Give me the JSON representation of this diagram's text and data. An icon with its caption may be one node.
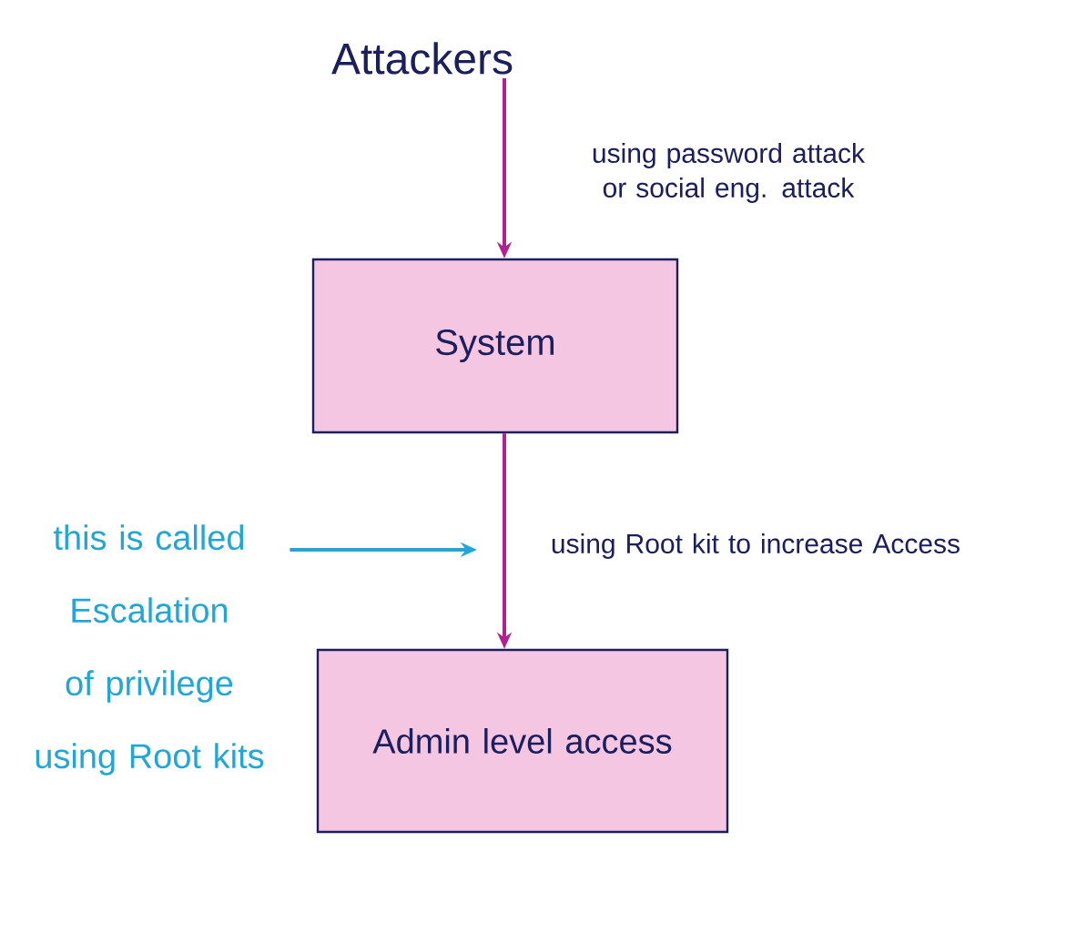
{
  "diagram": {
    "nodes": [
      {
        "text": [
          "Attackers"
        ]
      },
      {
        "text": [
          "System"
        ]
      },
      {
        "text": [
          "Admin level access"
        ]
      },
      {
        "text": [
          "this is called Escalation of privilege using Root kits"
        ]
      }
    ],
    "edges": [
      {
        "from": 0,
        "to": 1,
        "arrow": "to",
        "label": "using password attack or social eng. attack"
      },
      {
        "from": 1,
        "to": 2,
        "arrow": "to",
        "label": "using Root kit to increase Access"
      },
      {
        "from": 3,
        "to": null,
        "arrow": "to",
        "color": "#22a6d6"
      }
    ]
  }
}
